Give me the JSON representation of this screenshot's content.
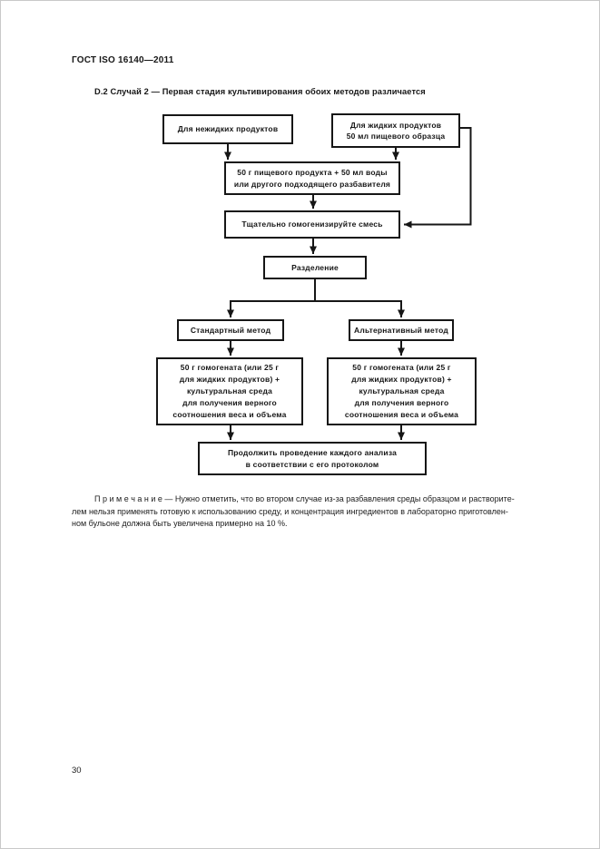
{
  "page": {
    "header": "ГОСТ ISO 16140—2011",
    "section_heading": "D.2  Случай 2 — Первая стадия культивирования обоих методов различается",
    "page_number": "30"
  },
  "flowchart": {
    "boxes": {
      "nonliquid": "Для нежидких продуктов",
      "liquid": "Для жидких продуктов\n50 мл пищевого образца",
      "mix": "50 г пищевого продукта + 50 мл воды\nили другого подходящего разбавителя",
      "homogenize": "Тщательно гомогенизируйте смесь",
      "division": "Разделение",
      "standard_method": "Стандартный метод",
      "alternative_method": "Альтернативный метод",
      "standard_detail": "50 г гомогената (или 25 г\nдля жидких продуктов) +\nкультуральная среда\nдля получения верного\nсоотношения веса и объема",
      "alternative_detail": "50 г гомогената (или 25 г\nдля жидких продуктов) +\nкультуральная среда\nдля получения верного\nсоотношения веса и объема",
      "continue": "Продолжить проведение каждого анализа\nв соответствии с его протоколом"
    }
  },
  "note": {
    "lines": [
      "П р и м е ч а н и е — Нужно отметить, что во втором случае из-за разбавления среды образцом и растворите-",
      "лем нельзя применять готовую к использованию среду, и концентрация ингредиентов в лабораторно приготовлен-",
      "ном бульоне должна быть увеличена примерно на 10 %."
    ]
  },
  "colors": {
    "ink": "#161616",
    "paper": "#ffffff",
    "page_border": "#c9c9c9"
  }
}
